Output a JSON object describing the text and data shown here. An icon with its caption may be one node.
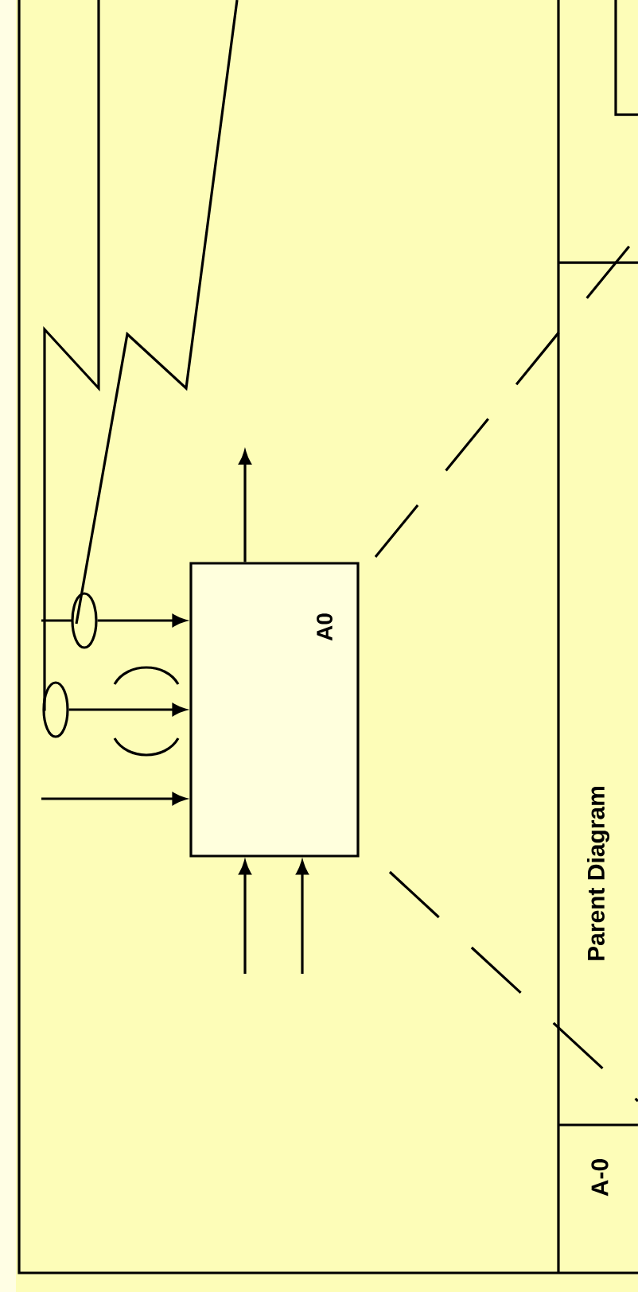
{
  "diagram": {
    "nodes": [
      {
        "text": [
          "A0"
        ]
      },
      {
        "text": [],
        "shape": "circle"
      },
      {
        "text": [],
        "shape": "circle"
      }
    ],
    "edges": [
      {
        "from": 1,
        "to": 0,
        "arrow": "to"
      },
      {
        "from": 2,
        "to": 0,
        "arrow": "to"
      },
      {
        "from": null,
        "to": 0,
        "arrow": "to"
      },
      {
        "from": null,
        "to": 0,
        "arrow": "to"
      },
      {
        "from": null,
        "to": 0,
        "arrow": "to"
      },
      {
        "from": 0,
        "to": null,
        "arrow": "to"
      }
    ],
    "labels": [
      "Parent Diagram",
      "A-0"
    ]
  }
}
